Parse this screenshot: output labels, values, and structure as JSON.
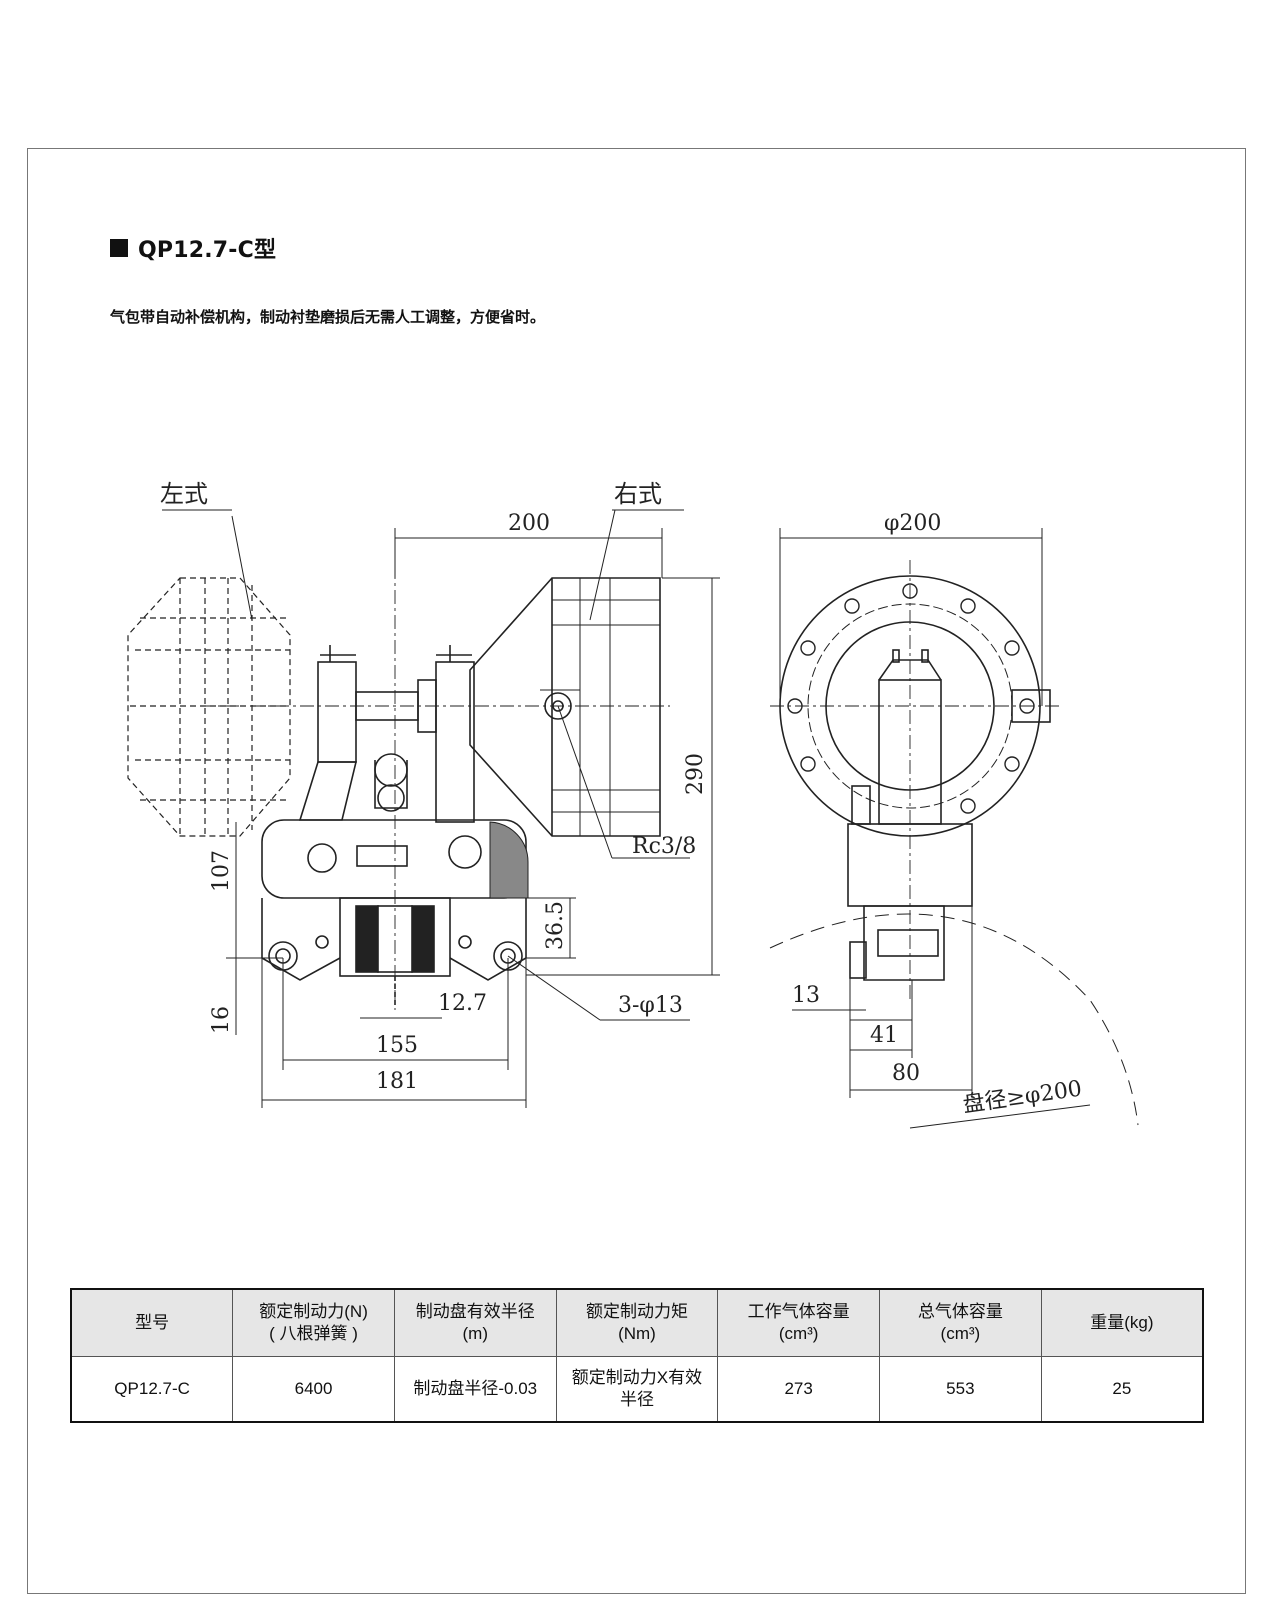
{
  "header": {
    "title": "QP12.7-C型",
    "description": "气包带自动补偿机构，制动衬垫磨损后无需人工调整，方便省时。"
  },
  "drawing": {
    "label_left": "左式",
    "label_right": "右式",
    "dim_top_width": "200",
    "dim_height_total": "290",
    "dim_thread": "Rc3/8",
    "dim_107": "107",
    "dim_36_5": "36.5",
    "dim_16": "16",
    "dim_12_7": "12.7",
    "dim_holes": "3-φ13",
    "dim_155": "155",
    "dim_181": "181",
    "dim_phi200": "φ200",
    "dim_13": "13",
    "dim_41": "41",
    "dim_80": "80",
    "dim_disc": "盘径≥φ200"
  },
  "table": {
    "headers": [
      {
        "line1": "型号",
        "line2": ""
      },
      {
        "line1": "额定制动力(N)",
        "line2": "( 八根弹簧 )"
      },
      {
        "line1": "制动盘有效半径",
        "line2": "(m)"
      },
      {
        "line1": "额定制动力矩",
        "line2": "(Nm)"
      },
      {
        "line1": "工作气体容量",
        "line2": "(cm³)"
      },
      {
        "line1": "总气体容量",
        "line2": "(cm³)"
      },
      {
        "line1": "重量(kg)",
        "line2": ""
      }
    ],
    "row": {
      "model": "QP12.7-C",
      "force": "6400",
      "radius": "制动盘半径-0.03",
      "torque_l1": "额定制动力X有效",
      "torque_l2": "半径",
      "work_gas": "273",
      "total_gas": "553",
      "weight": "25"
    }
  }
}
